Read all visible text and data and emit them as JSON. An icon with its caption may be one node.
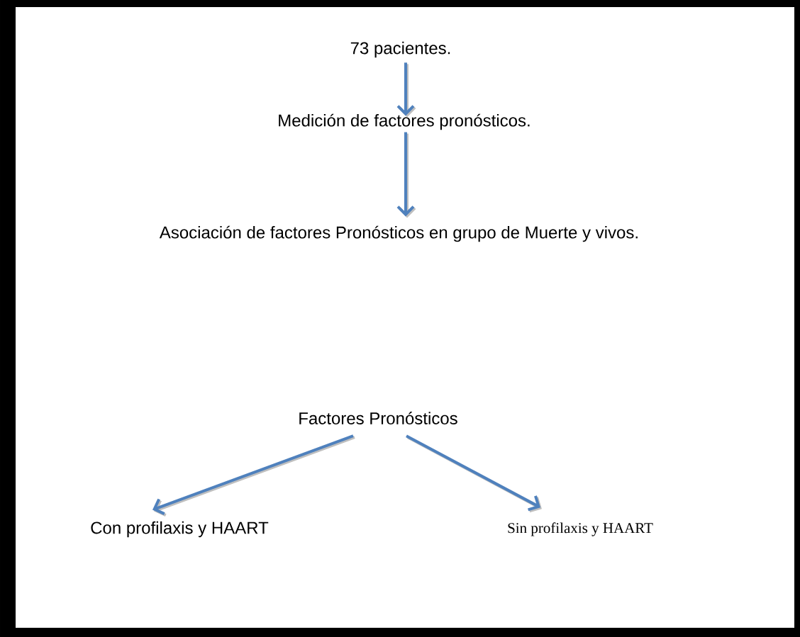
{
  "diagram": {
    "nodes": [
      {
        "text": [
          "73 pacientes."
        ]
      },
      {
        "text": [
          "Medición de factores pronósticos."
        ]
      },
      {
        "text": [
          "Asociación de factores Pronósticos en grupo de Muerte y vivos."
        ]
      },
      {
        "text": [
          "Factores Pronósticos"
        ]
      },
      {
        "text": [
          "Con profilaxis y HAART"
        ]
      },
      {
        "text": [
          "Sin profilaxis y HAART"
        ]
      }
    ],
    "edges": [
      {
        "from": 0,
        "to": 1,
        "arrow": "to"
      },
      {
        "from": 1,
        "to": 2,
        "arrow": "to"
      },
      {
        "from": 3,
        "to": 4,
        "arrow": "to"
      },
      {
        "from": 3,
        "to": 5,
        "arrow": "to"
      }
    ]
  }
}
